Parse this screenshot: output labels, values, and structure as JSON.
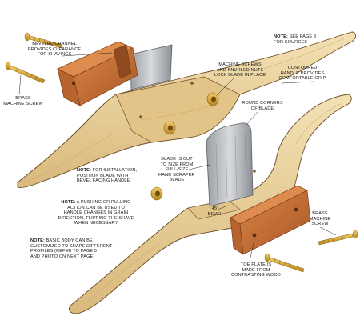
{
  "labels": {
    "note_sources": {
      "head": "NOTE:",
      "lines": [
        "SEE PAGE 8",
        "FOR SOURCES"
      ]
    },
    "beveled_channel": {
      "lines": [
        "BEVELED CHANNEL",
        "PROVIDES CLEARANCE",
        "FOR SHAVINGS"
      ]
    },
    "brass_screw_left": {
      "lines": [
        "BRASS",
        "MACHINE SCREW"
      ]
    },
    "machine_screws": {
      "lines": [
        "MACHINE SCREWS",
        "AND KNURLED NUTS",
        "LOCK BLADE IN PLACE"
      ]
    },
    "contoured_handle": {
      "lines": [
        "CONTOURED",
        "HANDLE PROVIDES",
        "COMFORTABLE GRIP"
      ]
    },
    "round_corners": {
      "lines": [
        "ROUND CORNERS",
        "OF BLADE"
      ]
    },
    "blade_cut": {
      "lines": [
        "BLADE IS CUT",
        "TO SIZE FROM",
        "FULL-SIZE",
        "HAND SCRAPER",
        "BLADE"
      ]
    },
    "note_install": {
      "head": "NOTE:",
      "lines": [
        "FOR INSTALLATION,",
        "POSITION BLADE WITH",
        "BEVEL FACING HANDLE"
      ]
    },
    "note_push": {
      "head": "NOTE:",
      "lines": [
        "A PUSHING OR PULLING",
        "ACTION CAN BE USED TO",
        "HANDLE CHANGES IN GRAIN",
        "DIRECTION, FLIPPING THE SHAVE",
        "WHEN NECESSARY"
      ]
    },
    "bevel_45": {
      "lines": [
        "45°",
        "BEVEL"
      ]
    },
    "brass_screw_right": {
      "lines": [
        "BRASS",
        "MACHINE",
        "SCREW"
      ]
    },
    "note_body": {
      "head": "NOTE:",
      "lines": [
        "BASIC BODY CAN BE",
        "CUSTOMIZED TO SHAPE DIFFERENT",
        "PROFILES (REFER TO PAGE 5",
        "AND PHOTO ON NEXT PAGE)"
      ]
    },
    "toe_plate": {
      "lines": [
        "TOE PLATE IS",
        "MADE FROM",
        "CONTRASTING WOOD"
      ]
    }
  },
  "colors": {
    "body_wood": "#ecd39c",
    "body_wood_shade": "#d7b577",
    "toe_plate": "#c8703a",
    "toe_plate_shade": "#9e4e22",
    "blade": "#b9bcc0",
    "blade_shade": "#8d9094",
    "brass": "#d9a838",
    "outline": "#6b4b22"
  }
}
